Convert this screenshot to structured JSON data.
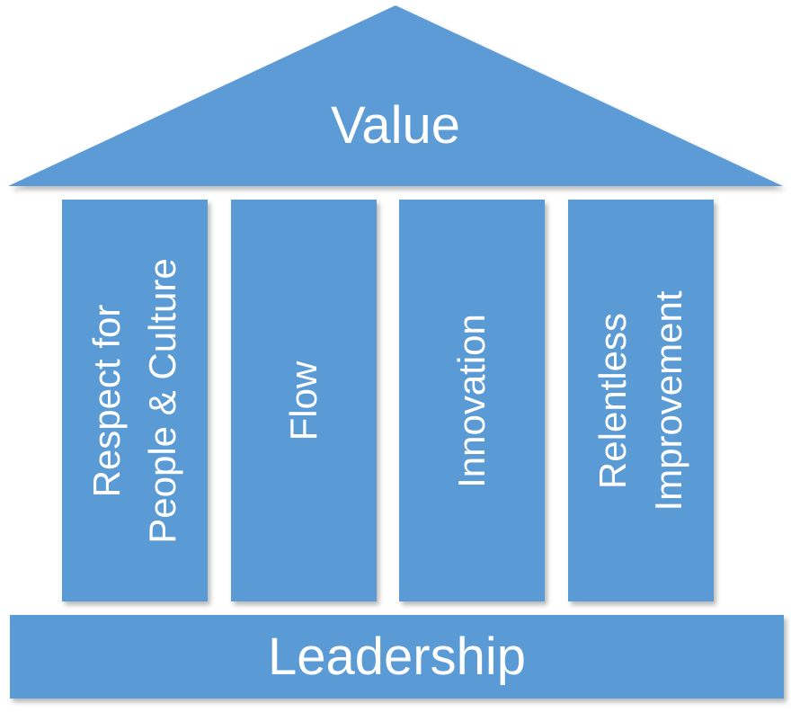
{
  "colors": {
    "fill": "#5b9bd5",
    "text": "#ffffff"
  },
  "roof": {
    "label": "Value"
  },
  "pillars": [
    {
      "label": "Respect for\nPeople & Culture"
    },
    {
      "label": "Flow"
    },
    {
      "label": "Innovation"
    },
    {
      "label": "Relentless\nImprovement"
    }
  ],
  "base": {
    "label": "Leadership"
  }
}
